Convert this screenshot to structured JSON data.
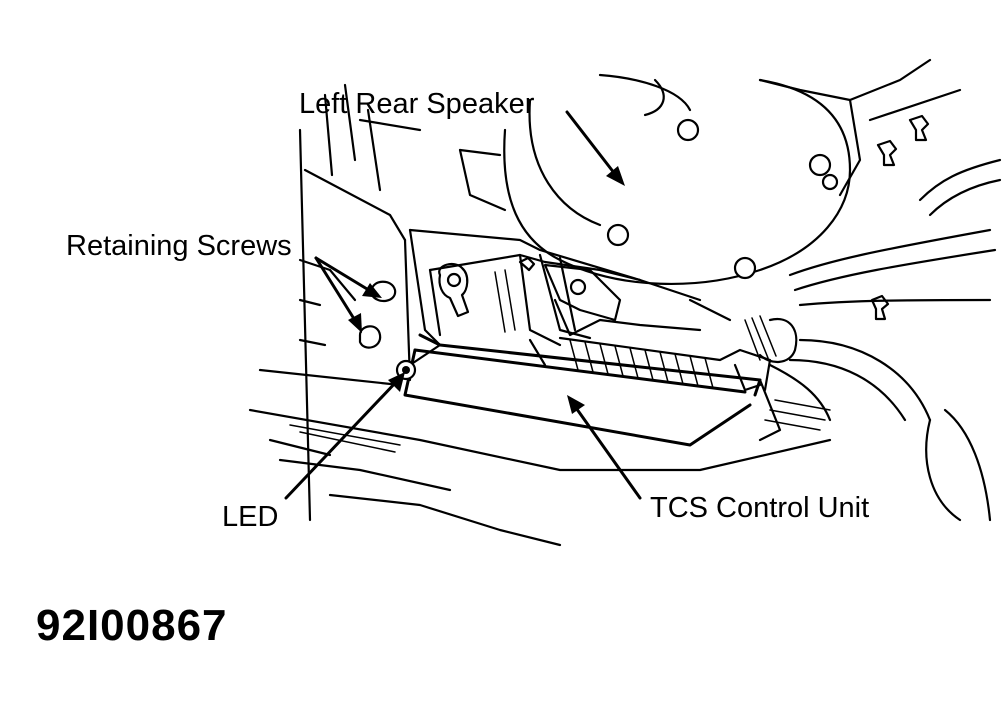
{
  "labels": {
    "left_rear_speaker": "Left Rear Speaker",
    "retaining_screws": "Retaining Screws",
    "led": "LED",
    "tcs_control_unit": "TCS Control Unit"
  },
  "figure_number": "92I00867"
}
